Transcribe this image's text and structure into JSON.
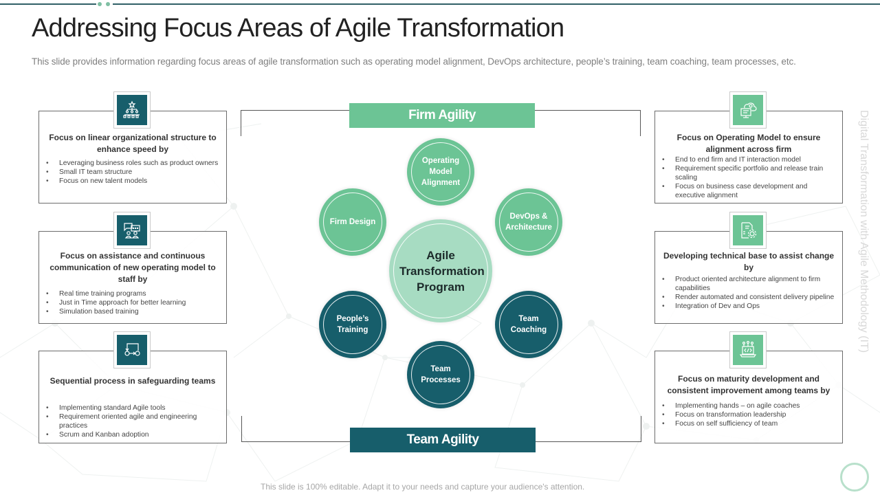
{
  "slide": {
    "title": "Addressing Focus Areas of Agile Transformation",
    "subtitle": "This slide provides information regarding focus areas of agile transformation such as operating model alignment, DevOps architecture, people’s training, team coaching, team processes, etc.",
    "side_label": "Digital Transformation with Agile Methodology (IT)",
    "footer": "This slide is 100% editable. Adapt it to your needs and capture your audience's attention."
  },
  "colors": {
    "dark_teal": "#175e6b",
    "green": "#6cc495",
    "light_green": "#a7dcc2",
    "top_line": "#2f5f66"
  },
  "left_cards": [
    {
      "icon": "org-chart-icon",
      "title": "Focus on linear organizational structure to enhance speed by",
      "bullets": [
        "Leveraging business roles such as product owners",
        "Small IT team structure",
        "Focus on new talent models"
      ]
    },
    {
      "icon": "communication-icon",
      "title": "Focus on assistance and continuous communication of new operating model to staff by",
      "bullets": [
        "Real time training programs",
        "Just in Time approach for better learning",
        "Simulation based training"
      ]
    },
    {
      "icon": "process-flow-icon",
      "title": "Sequential process in safeguarding teams",
      "bullets": [
        "Implementing standard Agile tools",
        "Requirement oriented agile and engineering practices",
        "Scrum and Kanban adoption"
      ]
    }
  ],
  "right_cards": [
    {
      "icon": "cloud-computer-icon",
      "title": "Focus on Operating Model to ensure alignment across firm",
      "bullets": [
        "End to end firm and IT interaction model",
        "Requirement specific portfolio and release train scaling",
        "Focus on business case development and executive alignment"
      ]
    },
    {
      "icon": "document-gear-icon",
      "title": "Developing technical base to assist change by",
      "bullets": [
        "Product oriented architecture alignment to firm capabilities",
        "Render automated and consistent delivery pipeline",
        "Integration of Dev and Ops"
      ]
    },
    {
      "icon": "code-laptop-icon",
      "title": "Focus on maturity development and consistent improvement among teams by",
      "bullets": [
        "Implementing hands – on agile coaches",
        "Focus on transformation leadership",
        "Focus on self sufficiency of team"
      ]
    }
  ],
  "diagram": {
    "top_banner": "Firm Agility",
    "bottom_banner": "Team Agility",
    "center": "Agile Transformation Program",
    "nodes": {
      "operating_model": "Operating Model Alignment",
      "firm_design": "Firm Design",
      "devops": "DevOps & Architecture",
      "peoples_training": "People’s Training",
      "team_coaching": "Team Coaching",
      "team_processes": "Team Processes"
    }
  }
}
